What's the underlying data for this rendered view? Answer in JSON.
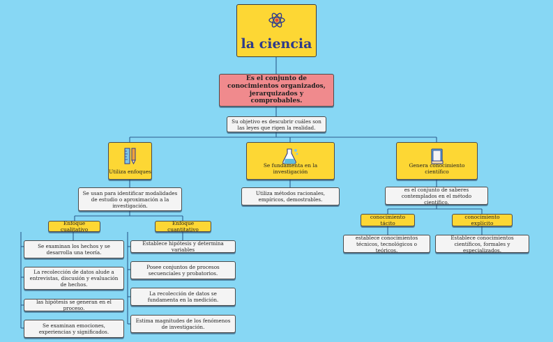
{
  "root": {
    "title": "la ciencia",
    "icon": "atom-icon"
  },
  "definition": "Es el conjunto de conocimientos organizados, jerarquizados y comprobables.",
  "objective": "Su objetivo es descubrir cuáles son las leyes que rigen la realidad.",
  "branches": [
    {
      "label": "Utiliza enfoques",
      "icon": "ruler-pencil-icon",
      "desc": "Se usan para identificar modalidades de estudio o aproximación a la investigación.",
      "sub": [
        {
          "label": "Enfoque cualitativo",
          "items": [
            "Se examinan los hechos y se desarrolla una teoría.",
            "La recolección de datos alude a entrevistas, discusión y evaluación de hechos.",
            "las hipótesis se generan en el proceso.",
            "Se examinan emociones, experiencias y significados."
          ]
        },
        {
          "label": "Enfoque cuantitativo",
          "items": [
            "Establece hipótesis y determina variables",
            "Posee conjuntos de procesos secuenciales y probatorios.",
            "La recolección de datos se fundamenta en la medición.",
            "Estima magnitudes de los fenómenos de investigación."
          ]
        }
      ]
    },
    {
      "label": "Se fundamenta en la investigación",
      "icon": "laboratory-flask-icon",
      "desc": "Utiliza métodos racionales, empíricos, demostrables."
    },
    {
      "label": "Genera conocimiento científico",
      "icon": "book-icon",
      "desc": "es el conjunto de saberes contemplados en el método científico.",
      "sub": [
        {
          "label": "conocimiento tácito",
          "desc": "establece conocimientos técnicos, tecnológicos o teóricos."
        },
        {
          "label": "conocimiento explícito",
          "desc": "Establece conocimientos científicos, formales y especializados."
        }
      ]
    }
  ],
  "colors": {
    "background": "#87d7f4",
    "card": "#fdd734",
    "definition": "#f08a8d",
    "note": "#f4f4f4",
    "connector": "#2c5b8c",
    "title": "#2e3a8c"
  }
}
